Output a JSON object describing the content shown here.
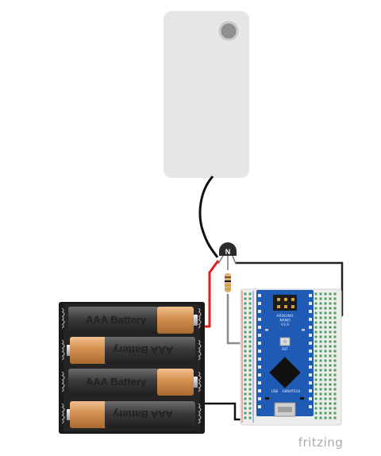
{
  "battery_pack": {
    "cells": [
      {
        "label": "AAA Battery",
        "flipped": false
      },
      {
        "label": "AAA Battery",
        "flipped": true
      },
      {
        "label": "AAA Battery",
        "flipped": false
      },
      {
        "label": "AAA Battery",
        "flipped": true
      }
    ]
  },
  "transistor": {
    "label": "N"
  },
  "arduino": {
    "line1": "ARDUINO",
    "line2": "NANO",
    "line3": "V3.0",
    "reset_label": "RST",
    "usb_label": "USB",
    "brand_small": "GRAVITECH"
  },
  "footer": {
    "brand": "fritzing"
  },
  "colors": {
    "device_body": "#e6e6e6",
    "wire_red": "#e0201a",
    "wire_black": "#111111",
    "wire_gray": "#8a8a8a",
    "wire_green": "#2f8f3a",
    "board_blue": "#1f5bb5",
    "battery_copper": "#d0955a",
    "battery_holder": "#1a1a1a"
  },
  "icons": [
    "remote-device",
    "npn-transistor",
    "resistor",
    "breadboard",
    "arduino-nano",
    "battery-holder",
    "aaa-battery"
  ]
}
